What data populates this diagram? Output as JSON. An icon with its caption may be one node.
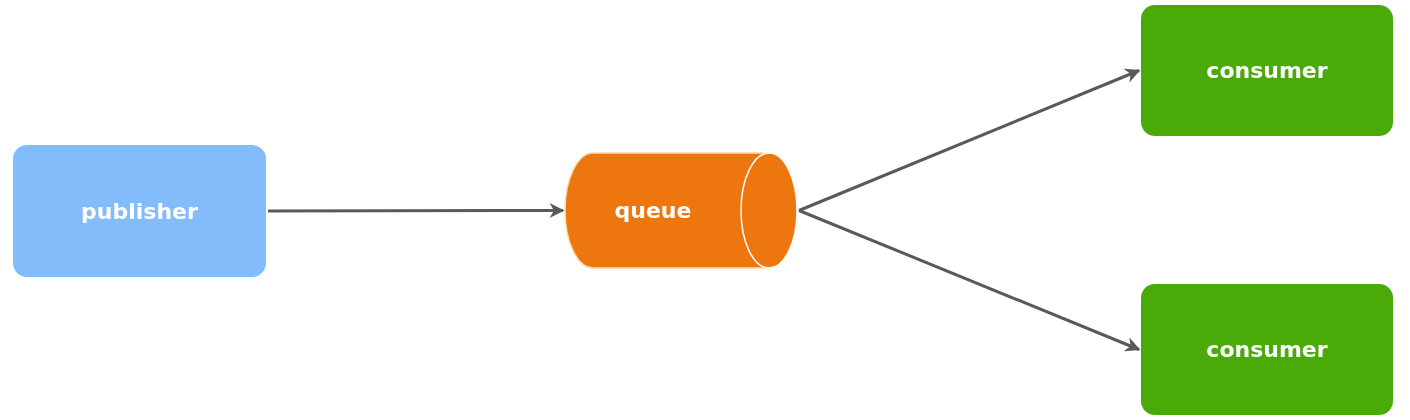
{
  "diagram": {
    "nodes": [
      {
        "text": [
          "publisher"
        ]
      },
      {
        "text": [
          "queue"
        ]
      },
      {
        "text": [
          "consumer"
        ]
      },
      {
        "text": [
          "consumer"
        ]
      }
    ],
    "edges": [
      {
        "from": 0,
        "to": 1,
        "arrow": "to"
      },
      {
        "from": 1,
        "to": 2,
        "arrow": "to"
      },
      {
        "from": 1,
        "to": 3,
        "arrow": "to"
      }
    ]
  }
}
